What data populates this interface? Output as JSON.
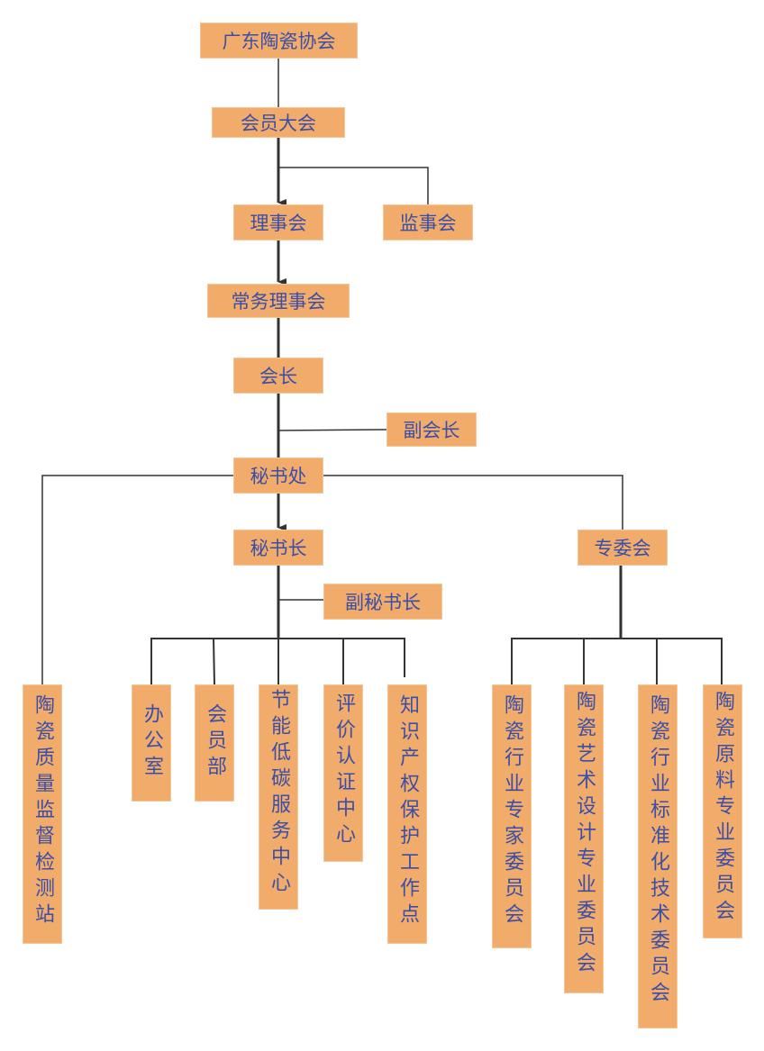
{
  "nodes": {
    "association": "广东陶瓷协会",
    "general_assembly": "会员大会",
    "council": "理事会",
    "supervisory_board": "监事会",
    "standing_council": "常务理事会",
    "president": "会长",
    "vice_president": "副会长",
    "secretariat": "秘书处",
    "secretary_general": "秘书长",
    "special_committees": "专委会",
    "deputy_secretary_general": "副秘书长",
    "quality_station": "陶瓷质量监督检测站",
    "office": "办公室",
    "membership_dept": "会员部",
    "energy_center": "节能低碳服务中心",
    "certification_center": "评价认证中心",
    "ip_point": "知识产权保护工作点",
    "expert_committee": "陶瓷行业专家委员会",
    "art_design_committee": "陶瓷艺术设计专业委员会",
    "standardization_committee": "陶瓷行业标准化技术委员会",
    "raw_material_committee": "陶瓷原料专业委员会"
  },
  "colors": {
    "box": "#f1ab6b",
    "text": "#3b4fa6",
    "line": "#333333"
  }
}
